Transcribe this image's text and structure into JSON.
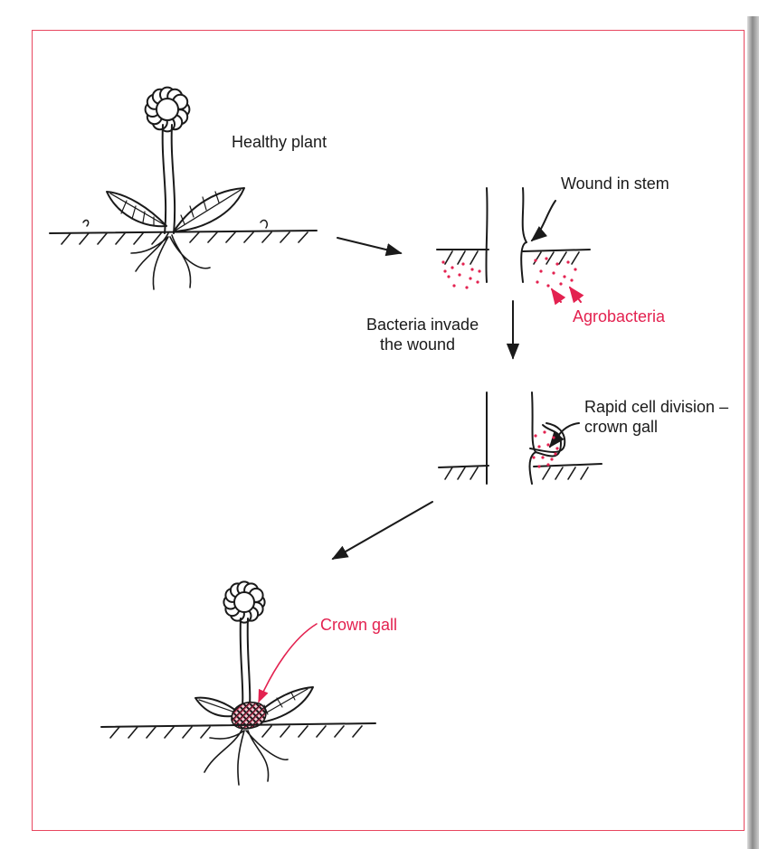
{
  "labels": {
    "healthy_plant": "Healthy plant",
    "wound_in_stem": "Wound in stem",
    "agrobacteria": "Agrobacteria",
    "bacteria_invade_1": "Bacteria invade",
    "bacteria_invade_2": "the wound",
    "rapid_division_1": "Rapid cell division –",
    "rapid_division_2": "crown gall",
    "crown_gall": "Crown gall"
  },
  "colors": {
    "line": "#1a1a1a",
    "accent_red": "#e32250",
    "frame": "#e8475f"
  }
}
